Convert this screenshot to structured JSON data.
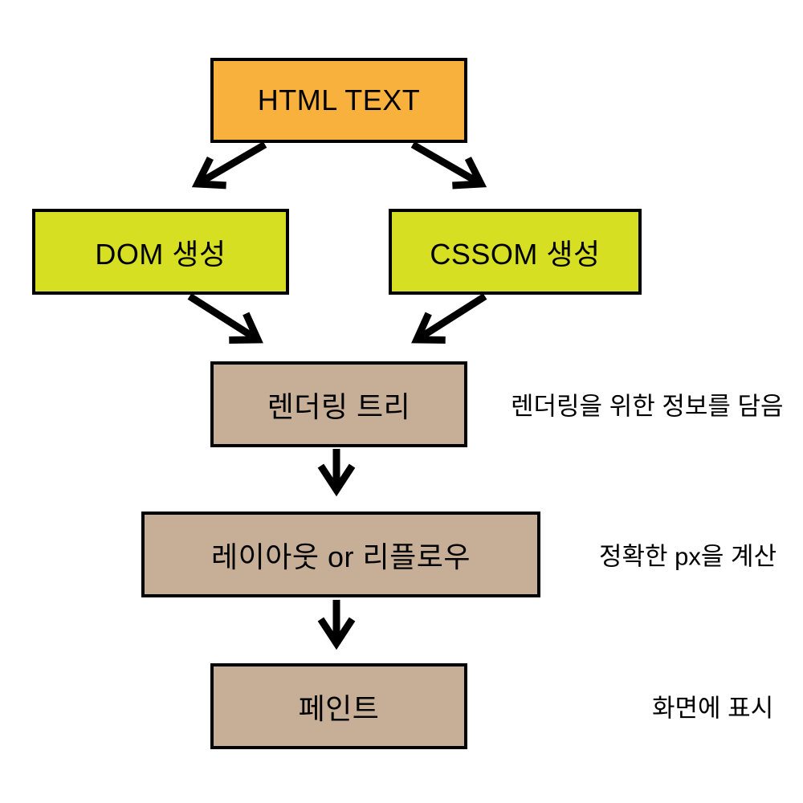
{
  "diagram": {
    "background": "#ffffff",
    "border_color": "#000000",
    "arrow_color": "#000000",
    "text_color": "#000000",
    "nodes": [
      {
        "id": "html-text",
        "label": "HTML TEXT",
        "fill": "#F9B13E"
      },
      {
        "id": "dom-create",
        "label": "DOM 생성",
        "fill": "#D7DF23"
      },
      {
        "id": "cssom-create",
        "label": "CSSOM 생성",
        "fill": "#D7DF23"
      },
      {
        "id": "render-tree",
        "label": "렌더링 트리",
        "fill": "#C7AE96"
      },
      {
        "id": "layout-reflow",
        "label": "레이아웃 or 리플로우",
        "fill": "#C7AE96"
      },
      {
        "id": "paint",
        "label": "페인트",
        "fill": "#C7AE96"
      }
    ],
    "annotations": [
      {
        "for": "render-tree",
        "text": "렌더링을 위한 정보를 담음"
      },
      {
        "for": "layout-reflow",
        "text": "정확한 px을 계산"
      },
      {
        "for": "paint",
        "text": "화면에 표시"
      }
    ],
    "edges": [
      {
        "from": "html-text",
        "to": "dom-create"
      },
      {
        "from": "html-text",
        "to": "cssom-create"
      },
      {
        "from": "dom-create",
        "to": "render-tree"
      },
      {
        "from": "cssom-create",
        "to": "render-tree"
      },
      {
        "from": "render-tree",
        "to": "layout-reflow"
      },
      {
        "from": "layout-reflow",
        "to": "paint"
      }
    ]
  }
}
